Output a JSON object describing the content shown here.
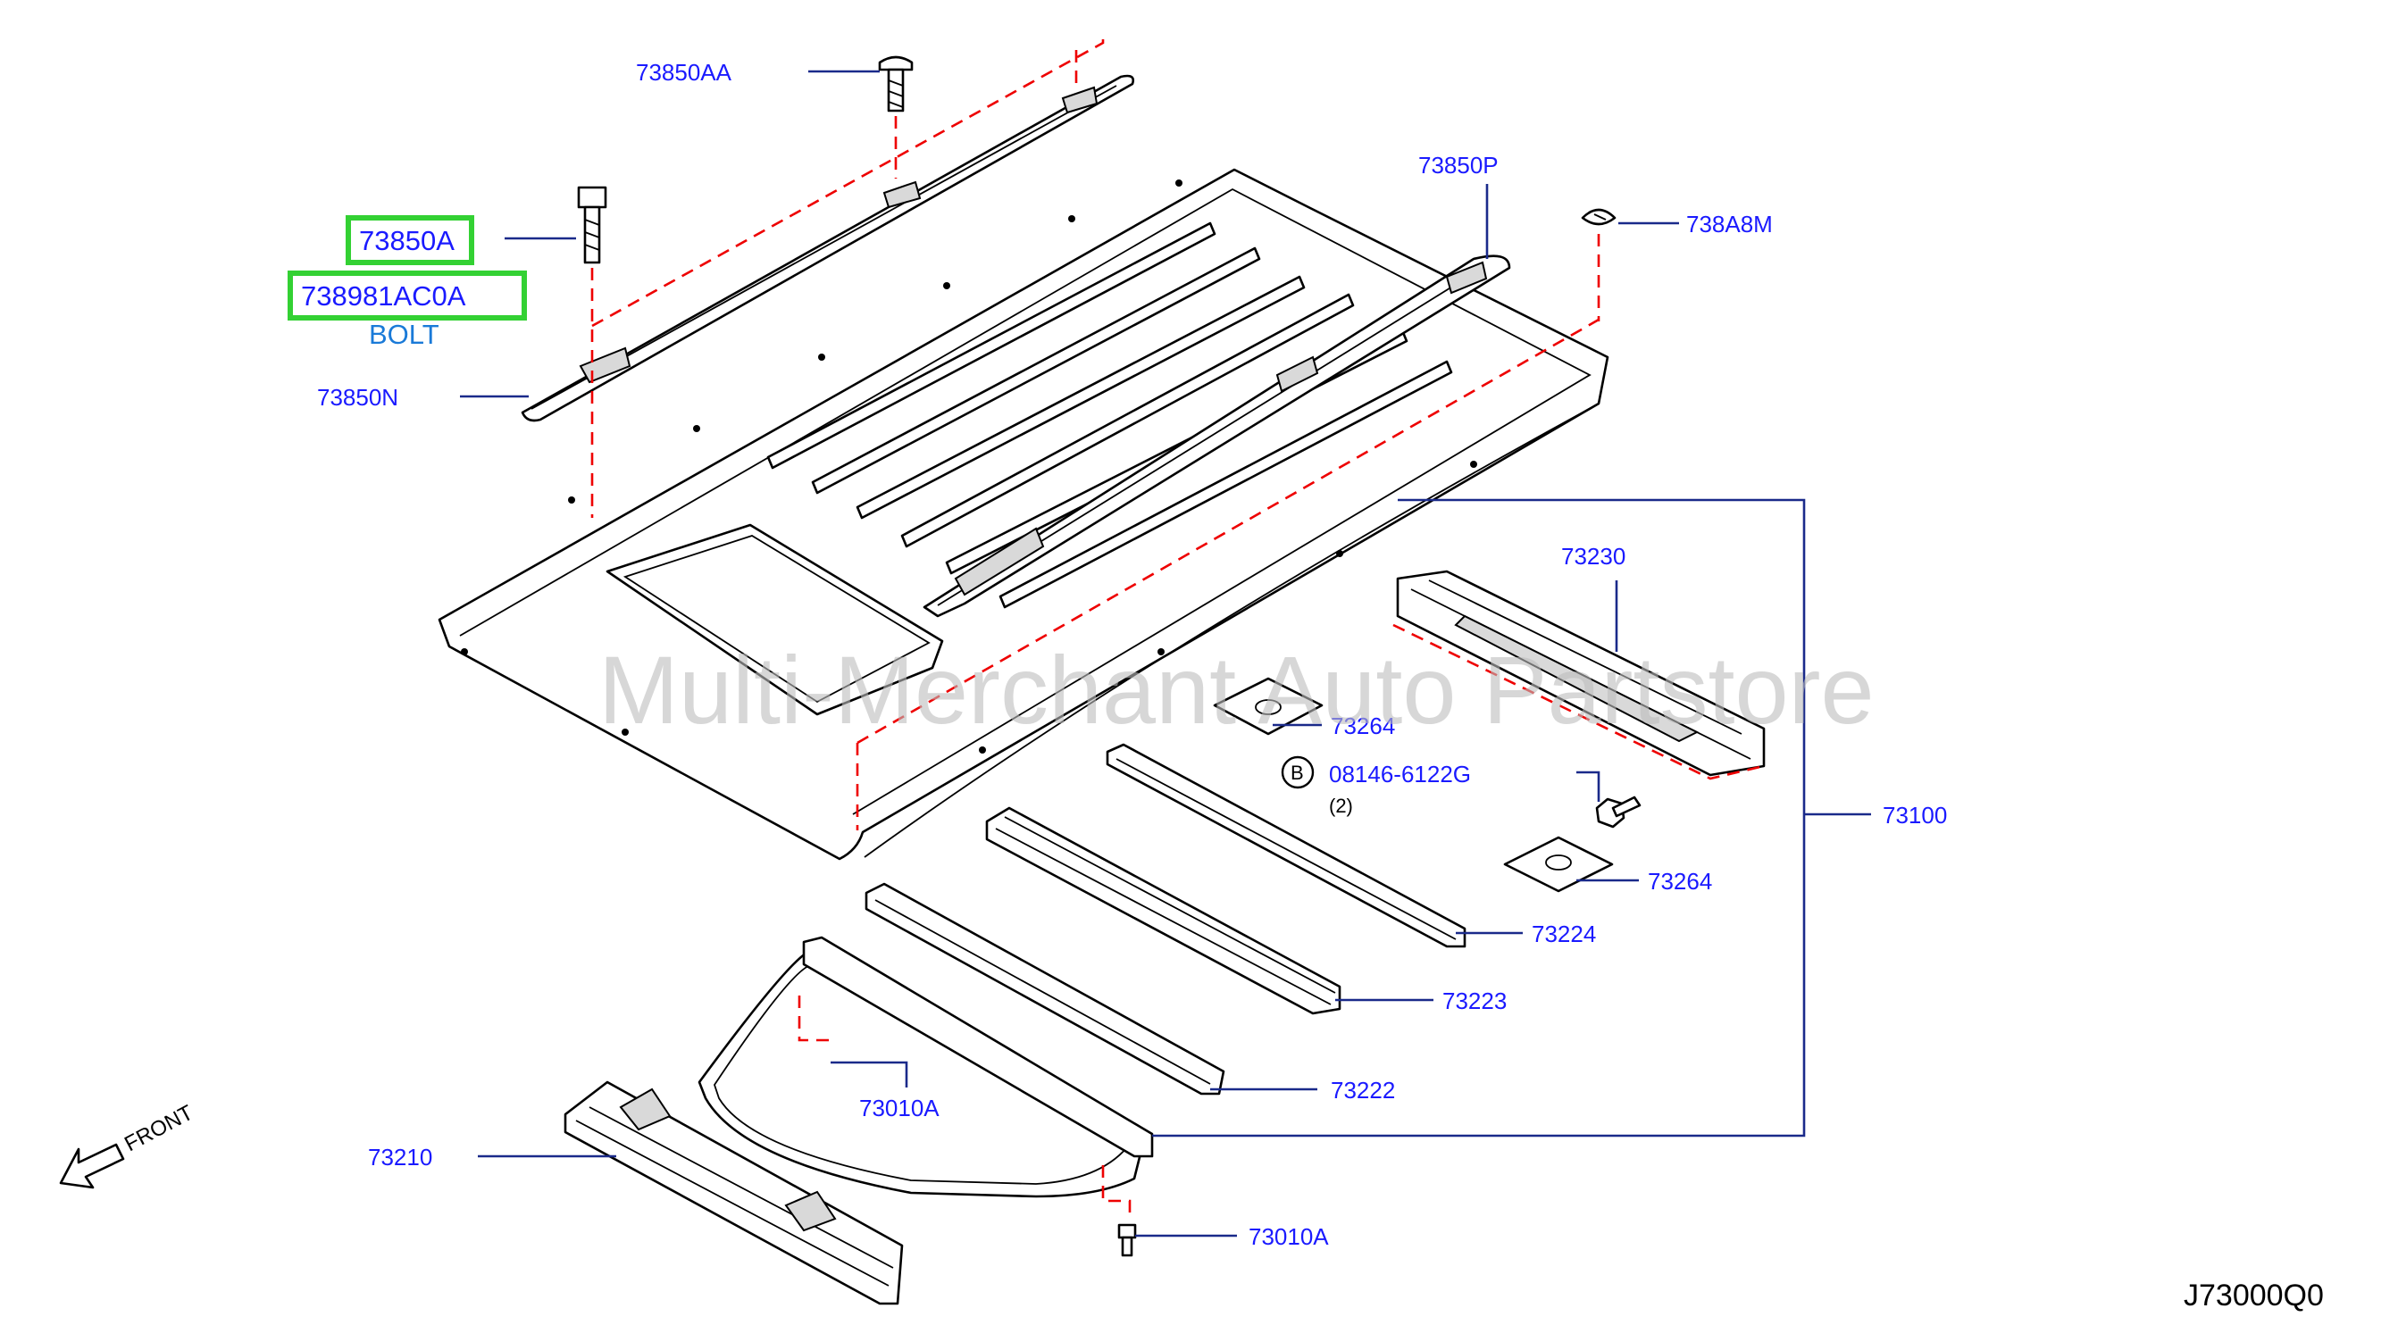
{
  "callouts": {
    "p73850AA": "73850AA",
    "p73850A": "73850A",
    "p738981AC0A": "738981AC0A",
    "bolt": "BOLT",
    "p73850N": "73850N",
    "p73850P": "73850P",
    "p738A8M": "738A8M",
    "p73230": "73230",
    "p73264a": "73264",
    "p08146": "08146-6122G",
    "p08146_symbol": "B",
    "p08146_qty": "(2)",
    "p73100": "73100",
    "p73264b": "73264",
    "p73224": "73224",
    "p73223": "73223",
    "p73222": "73222",
    "p73010Aa": "73010A",
    "p73210": "73210",
    "p73010Ab": "73010A"
  },
  "front_label": "FRONT",
  "diagram_code": "J73000Q0",
  "watermark": "Multi-Merchant Auto Partstore",
  "colors": {
    "callout_text": "#1a1aff",
    "leader_line": "#1a2a8a",
    "dashed_guide": "#ee0000",
    "highlight_box": "#33d133",
    "bolt_label": "#1a7ad8"
  }
}
